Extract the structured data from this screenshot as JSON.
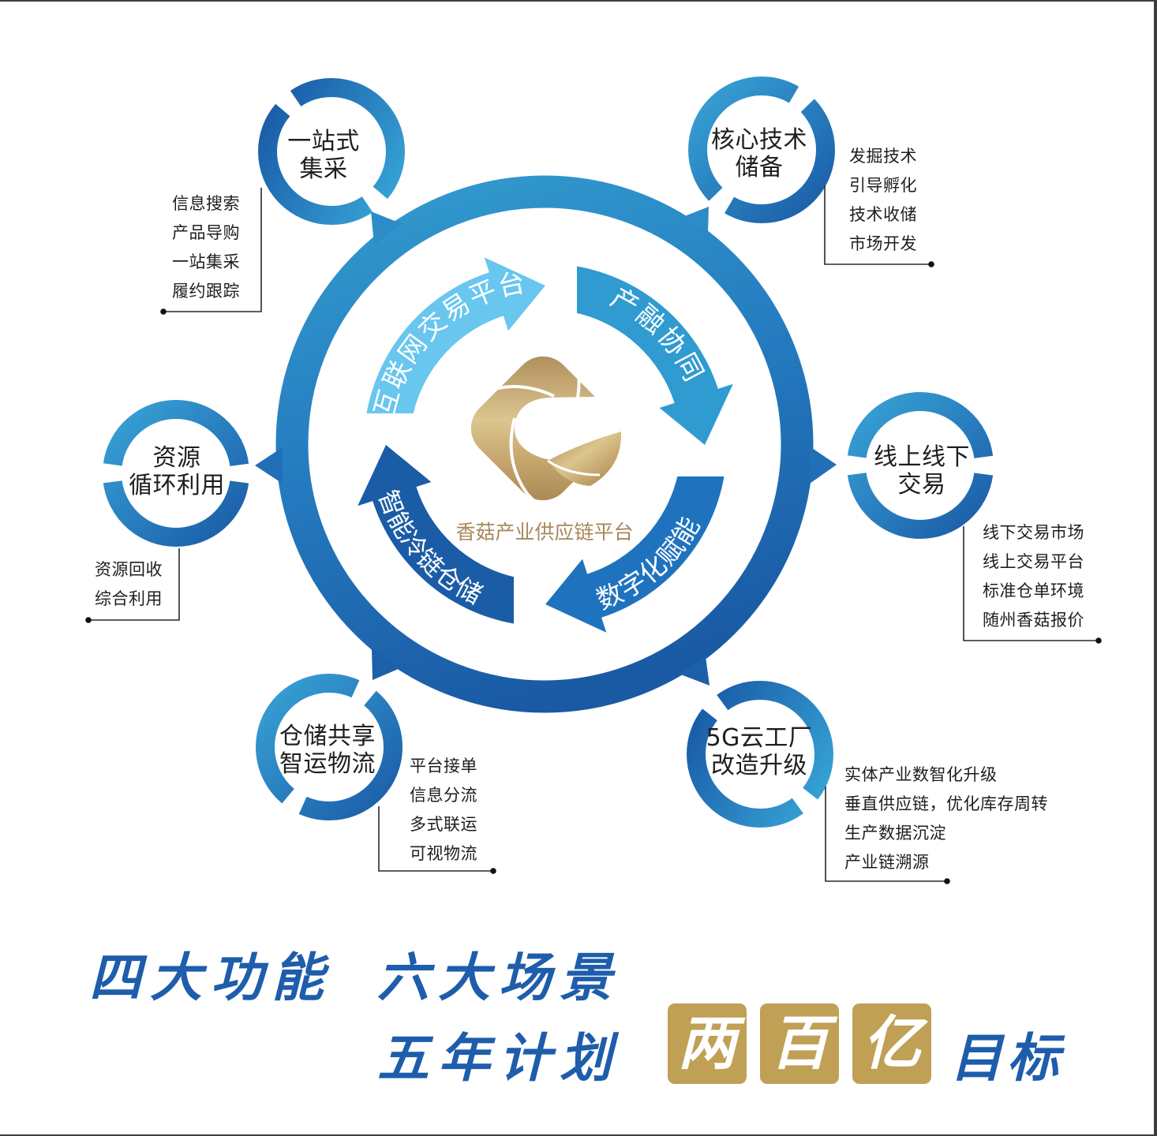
{
  "center_platform": {
    "logo_icon": "gold-swirl-diamond-logo",
    "caption": "香菇产业供应链平台"
  },
  "functions": [
    {
      "label": "互联网交易平台",
      "color": "#68c6ef"
    },
    {
      "label": "产融协同",
      "color": "#2f9bd1"
    },
    {
      "label": "数字化赋能",
      "color": "#1f73be"
    },
    {
      "label": "智能冷链仓储",
      "color": "#1b5ca7"
    }
  ],
  "scenarios": [
    {
      "title": [
        "一站式",
        "集采"
      ],
      "items": [
        "信息搜索",
        "产品导购",
        "一站集采",
        "履约跟踪"
      ]
    },
    {
      "title": [
        "核心技术",
        "储备"
      ],
      "items": [
        "发掘技术",
        "引导孵化",
        "技术收储",
        "市场开发"
      ]
    },
    {
      "title": [
        "线上线下",
        "交易"
      ],
      "items": [
        "线下交易市场",
        "线上交易平台",
        "标准仓单环境",
        "随州香菇报价"
      ]
    },
    {
      "title": [
        "5G云工厂",
        "改造升级"
      ],
      "items": [
        "实体产业数智化升级",
        "垂直供应链，优化库存周转",
        "生产数据沉淀",
        "产业链溯源"
      ]
    },
    {
      "title": [
        "仓储共享",
        "智运物流"
      ],
      "items": [
        "平台接单",
        "信息分流",
        "多式联运",
        "可视物流"
      ]
    },
    {
      "title": [
        "资源",
        "循环利用"
      ],
      "items": [
        "资源回收",
        "综合利用"
      ]
    }
  ],
  "slogan": {
    "four_functions": "四大功能",
    "six_scenarios": "六大场景",
    "five_year_plan": "五年计划",
    "target_chars": [
      "两",
      "百",
      "亿"
    ],
    "target_suffix": "目标"
  },
  "colors": {
    "brand_blue": "#1e5dab",
    "gold": "#c0a055",
    "gold_text": "#a8875b",
    "ring_light": "#3199cd",
    "ring_dark": "#1a5ba6",
    "callout_line": "#2a2a2a"
  }
}
